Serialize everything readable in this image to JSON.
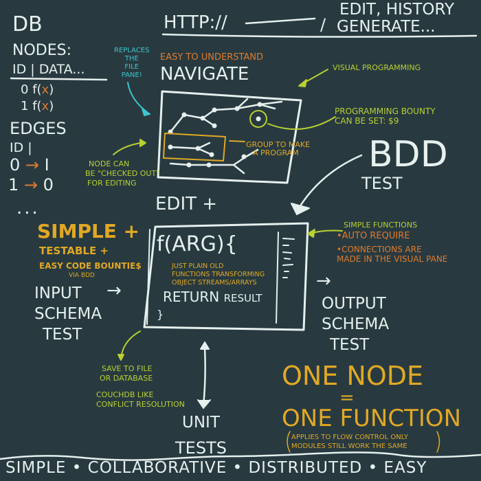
{
  "colors": {
    "background": "#283a40",
    "chalk": "#e6f0ee",
    "cyan": "#3fc4cf",
    "orange": "#e07a2e",
    "lime": "#b9d032",
    "gold": "#e2a824"
  },
  "db": {
    "title": "DB",
    "nodes_label": "NODES:",
    "nodes_header": "ID | DATA...",
    "nodes": [
      {
        "id": "0",
        "data": "f(",
        "arg": "x",
        "close": ")"
      },
      {
        "id": "1",
        "data": "f(",
        "arg": "x",
        "close": ")"
      }
    ],
    "edges_label": "EDGES",
    "edges_header": "ID |",
    "edges": [
      {
        "from": "0",
        "arrow": "→",
        "to": "I"
      },
      {
        "from": "1",
        "arrow": "→",
        "to": "0"
      }
    ],
    "more": "..."
  },
  "url_bar": {
    "prefix": "HTTP://",
    "separator": "/",
    "actions_line1": "EDIT, HISTORY",
    "actions_line2": "GENERATE..."
  },
  "navigate": {
    "note_replaces": [
      "REPLACES",
      "THE",
      "FILE",
      "PANE!"
    ],
    "subtitle": "EASY TO UNDERSTAND",
    "title": "NAVIGATE",
    "visual_programming": "VISUAL PROGRAMMING",
    "bounty": [
      "PROGRAMMING BOUNTY",
      "CAN BE SET: $9"
    ],
    "group": [
      "GROUP TO MAKE",
      "A PROGRAM"
    ],
    "checkout": [
      "NODE CAN",
      "BE \"CHECKED OUT\"",
      "FOR EDITING"
    ]
  },
  "bdd": {
    "title": "BDD",
    "subtitle": "TEST"
  },
  "edit": {
    "title": "EDIT +",
    "simple": "SIMPLE +",
    "testable": "TESTABLE +",
    "bounties": "EASY CODE BOUNTIE$",
    "via": "VIA BDD",
    "input": [
      "INPUT",
      "SCHEMA",
      "TEST"
    ],
    "arrow": "→",
    "code_signature": "f(ARG){",
    "code_notes": [
      "JUST PLAIN OLD",
      "FUNCTIONS TRANSFORMING",
      "OBJECT STREAMS/ARRAYS"
    ],
    "code_return": "RETURN",
    "code_result": "RESULT",
    "code_close": "}",
    "simple_functions": "SIMPLE FUNCTIONS",
    "auto_require": "•AUTO REQUIRE",
    "connections": [
      "•CONNECTIONS ARE",
      "MADE IN THE VISUAL PANE"
    ],
    "output": [
      "OUTPUT",
      "SCHEMA",
      "TEST"
    ]
  },
  "save": {
    "lines": [
      "SAVE TO FILE",
      "OR DATABASE"
    ],
    "couch": [
      "COUCHDB LIKE",
      "CONFLICT RESOLUTION"
    ]
  },
  "unit": [
    "UNIT",
    "TESTS"
  ],
  "principle": {
    "line1": "ONE NODE",
    "equals": "=",
    "line2": "ONE FUNCTION",
    "note": [
      "APPLIES TO FLOW CONTROL ONLY",
      "MODULES STILL WORK THE SAME"
    ]
  },
  "footer": "SIMPLE • COLLABORATIVE • DISTRIBUTED • EASY"
}
